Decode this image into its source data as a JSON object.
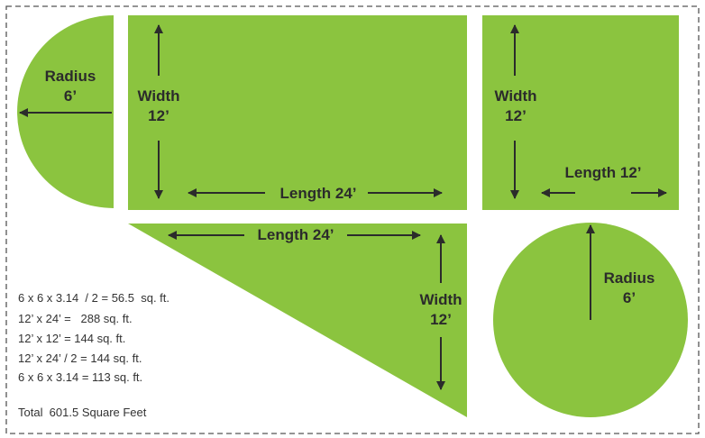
{
  "colors": {
    "shape_fill": "#8bc43f",
    "arrow": "#2b2b2b",
    "border": "#555555"
  },
  "shapes": {
    "half_circle": {
      "radius_label": "Radius",
      "radius_value": "6’"
    },
    "big_rectangle": {
      "width_label": "Width",
      "width_value": "12’",
      "length_text": "Length 24’"
    },
    "small_square": {
      "width_label": "Width",
      "width_value": "12’",
      "length_text": "Length 12’"
    },
    "triangle": {
      "length_text": "Length 24’",
      "width_label": "Width",
      "width_value": "12’"
    },
    "circle": {
      "radius_label": "Radius",
      "radius_value": "6’"
    }
  },
  "calculations": [
    "6 x 6 x 3.14  / 2 = 56.5  sq. ft.",
    "12’ x 24’ =   288 sq. ft.",
    "12’ x 12’ = 144 sq. ft.",
    "12’ x 24’ / 2 = 144 sq. ft.",
    "6 x 6 x 3.14 = 113 sq. ft."
  ],
  "total": "Total  601.5 Square Feet"
}
